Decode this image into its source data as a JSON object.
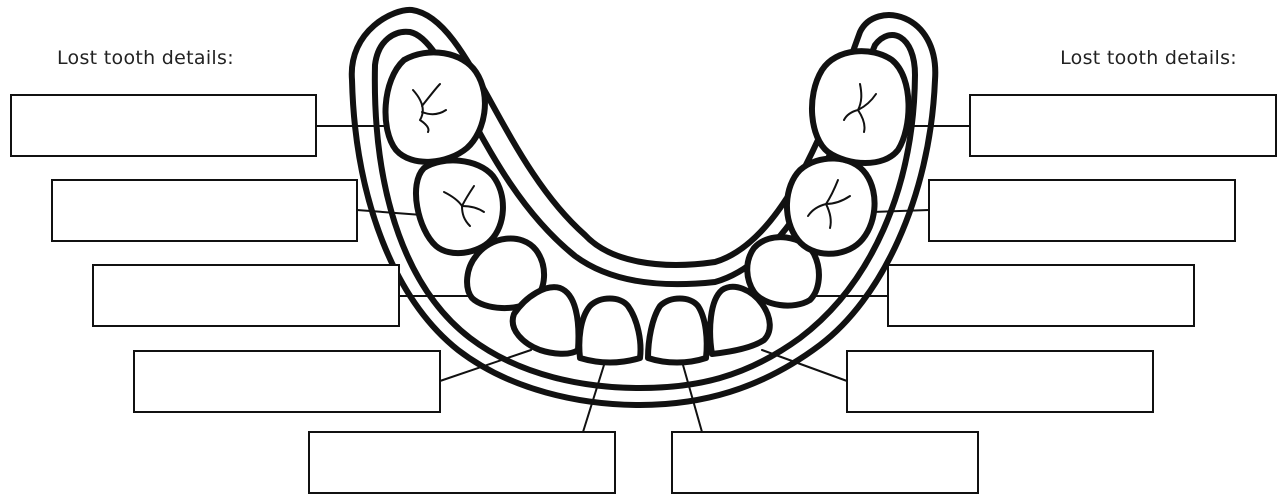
{
  "headings": {
    "left": "Lost tooth details:",
    "right": "Lost tooth details:"
  },
  "colors": {
    "stroke": "#111111",
    "text": "#222222",
    "background": "#ffffff"
  },
  "teeth": [
    {
      "name": "lower-left-second-molar",
      "kind": "molar"
    },
    {
      "name": "lower-left-first-molar",
      "kind": "molar"
    },
    {
      "name": "lower-left-canine",
      "kind": "canine"
    },
    {
      "name": "lower-left-lateral-incisor",
      "kind": "incisor"
    },
    {
      "name": "lower-left-central-incisor",
      "kind": "incisor"
    },
    {
      "name": "lower-right-central-incisor",
      "kind": "incisor"
    },
    {
      "name": "lower-right-lateral-incisor",
      "kind": "incisor"
    },
    {
      "name": "lower-right-canine",
      "kind": "canine"
    },
    {
      "name": "lower-right-first-molar",
      "kind": "molar"
    },
    {
      "name": "lower-right-second-molar",
      "kind": "molar"
    }
  ],
  "detail_fields": [
    {
      "tooth": "lower-left-second-molar",
      "value": ""
    },
    {
      "tooth": "lower-left-first-molar",
      "value": ""
    },
    {
      "tooth": "lower-left-canine",
      "value": ""
    },
    {
      "tooth": "lower-left-lateral-incisor",
      "value": ""
    },
    {
      "tooth": "lower-left-central-incisor",
      "value": ""
    },
    {
      "tooth": "lower-right-central-incisor",
      "value": ""
    },
    {
      "tooth": "lower-right-lateral-incisor",
      "value": ""
    },
    {
      "tooth": "lower-right-canine",
      "value": ""
    },
    {
      "tooth": "lower-right-first-molar",
      "value": ""
    },
    {
      "tooth": "lower-right-second-molar",
      "value": ""
    }
  ]
}
